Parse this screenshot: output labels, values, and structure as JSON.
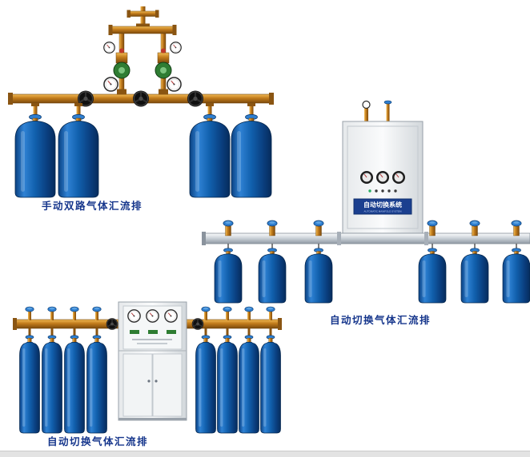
{
  "page": {
    "background": "#ffffff",
    "footer_strip_color": "#e3e3e3"
  },
  "products": [
    {
      "id": "manual-dual-manifold",
      "caption": "手动双路气体汇流排"
    },
    {
      "id": "auto-switch-manifold-right",
      "caption": "自动切换气体汇流排"
    },
    {
      "id": "auto-switch-manifold-bottom",
      "caption": "自动切换气体汇流排"
    }
  ],
  "cabinet_panel": {
    "title": "自动切换系统",
    "subtitle": "AUTOMATIC MANIFOLD SYSTEM"
  },
  "colors": {
    "cylinder_blue": "#1160ad",
    "brass_pipe": "#c07a1b",
    "steel_pipe": "#cdd4da",
    "caption_text": "#16368c",
    "panel_band_blue": "#1b3f8f",
    "valve_knob_blue": "#2f7fd0"
  }
}
